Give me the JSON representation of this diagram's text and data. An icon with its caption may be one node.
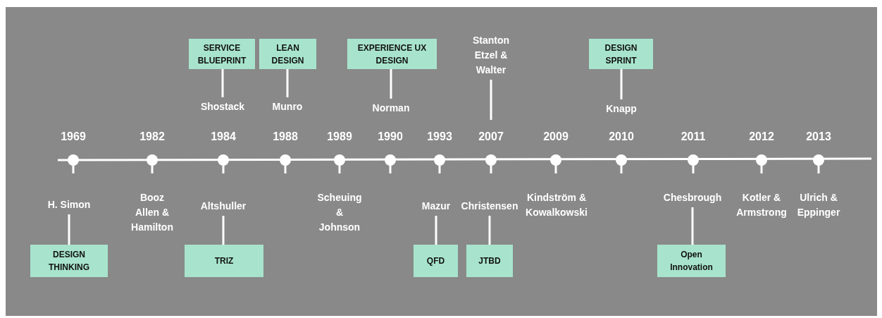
{
  "diagram": {
    "nodes": [
      {
        "text": [
          "SERVICE BLUEPRINT"
        ]
      },
      {
        "text": [
          "LEAN DESIGN"
        ]
      },
      {
        "text": [
          "EXPERIENCE UX DESIGN"
        ]
      },
      {
        "text": [
          "Stanton Etzel & Walter"
        ]
      },
      {
        "text": [
          "DESIGN SPRINT"
        ]
      },
      {
        "text": [
          "Shostack"
        ]
      },
      {
        "text": [
          "Munro"
        ]
      },
      {
        "text": [
          "Norman"
        ]
      },
      {
        "text": [
          "Knapp"
        ]
      },
      {
        "text": [
          "H. Simon"
        ]
      },
      {
        "text": [
          "Altshuller"
        ]
      },
      {
        "text": [
          "Mazur"
        ]
      },
      {
        "text": [
          "Christensen"
        ]
      },
      {
        "text": [
          "Chesbrough"
        ]
      },
      {
        "text": [
          "DESIGN THINKING"
        ]
      },
      {
        "text": [
          "TRIZ"
        ]
      },
      {
        "text": [
          "QFD"
        ]
      },
      {
        "text": [
          "JTBD"
        ]
      },
      {
        "text": [
          "Open Innovation"
        ]
      }
    ],
    "edges": [
      {
        "from": 5,
        "to": 0,
        "arrow": "none"
      },
      {
        "from": 6,
        "to": 1,
        "arrow": "none"
      },
      {
        "from": 7,
        "to": 2,
        "arrow": "none"
      },
      {
        "from": 3,
        "to": null,
        "arrow": "none"
      },
      {
        "from": 8,
        "to": 4,
        "arrow": "none"
      },
      {
        "from": 9,
        "to": 14,
        "arrow": "none"
      },
      {
        "from": 10,
        "to": 15,
        "arrow": "none"
      },
      {
        "from": 11,
        "to": 16,
        "arrow": "none"
      },
      {
        "from": 12,
        "to": 17,
        "arrow": "none"
      },
      {
        "from": 13,
        "to": 18,
        "arrow": "none"
      }
    ],
    "labels": [
      "1969",
      "1982",
      "1984",
      "1988",
      "1989",
      "1990",
      "1993",
      "2007",
      "2009",
      "2010",
      "2011",
      "2012",
      "2013",
      "Booz Allen & Hamilton",
      "Scheuing & Johnson",
      "Kindström & Kowalkowski",
      "Kotler & Armstrong",
      "Ulrich & Eppinger"
    ]
  }
}
